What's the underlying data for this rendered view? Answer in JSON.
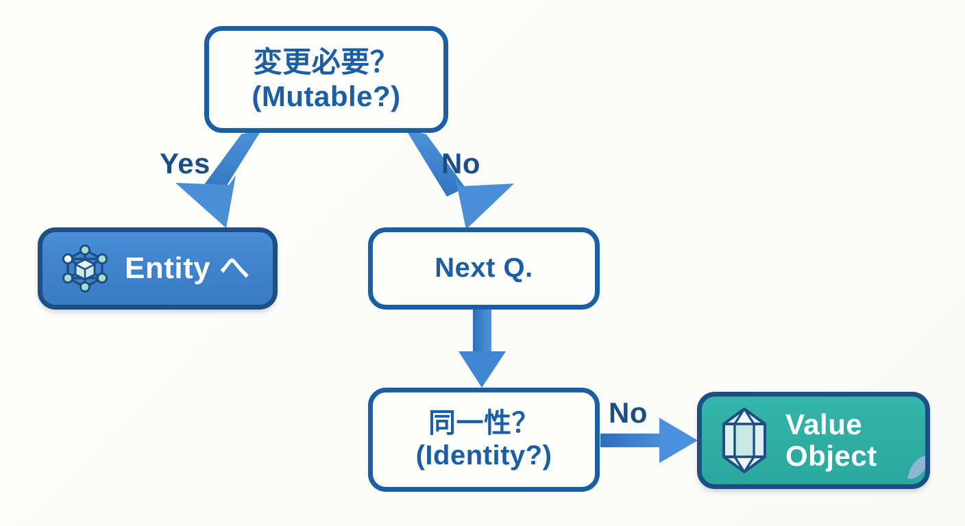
{
  "diagram": {
    "title": "Entity vs Value Object decision flow",
    "background_color": "#fdfdfb",
    "accent_blue": "#1a5fa4",
    "arrow_blue": "#3f86d3",
    "entity_blue": "#3f83cd",
    "value_teal": "#2fada3"
  },
  "nodes": {
    "mutable": {
      "jp": "変更必要？",
      "en": "(Mutable?)",
      "type": "decision",
      "style": "outline"
    },
    "entity": {
      "label": "Entity へ",
      "icon": "network-cube-icon",
      "type": "terminal",
      "style": "filled-blue"
    },
    "next_question": {
      "label": "Next Q.",
      "type": "process",
      "style": "outline"
    },
    "identity": {
      "jp": "同一性？",
      "en": "(Identity?)",
      "type": "decision",
      "style": "outline"
    },
    "value_object": {
      "line1": "Value",
      "line2": "Object",
      "icon": "crystal-gem-icon",
      "type": "terminal",
      "style": "filled-teal"
    }
  },
  "edges": {
    "mutable_to_entity": {
      "label": "Yes"
    },
    "mutable_to_next": {
      "label": "No"
    },
    "next_to_identity": {
      "label": ""
    },
    "identity_to_value": {
      "label": "No"
    }
  }
}
